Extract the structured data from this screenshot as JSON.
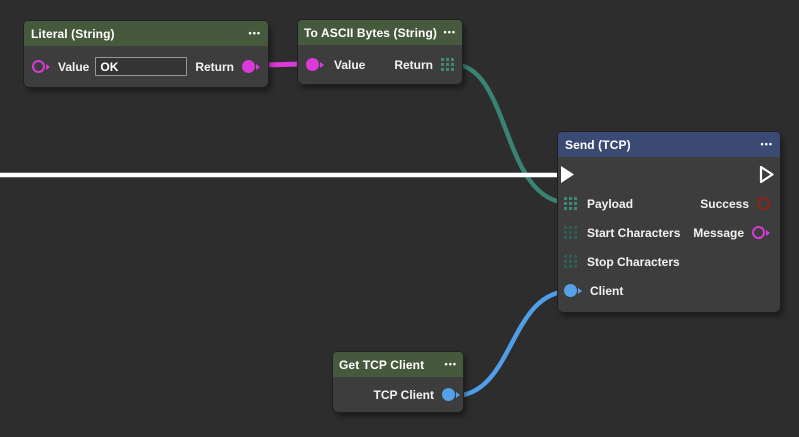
{
  "colors": {
    "canvas_bg": "#2d2d2d",
    "node_body": "#3d3d3d",
    "header_green": "#47593c",
    "header_blue": "#3a4a72",
    "wire_magenta": "#d93ad9",
    "wire_teal": "#3a8273",
    "wire_blue": "#4f9fe8",
    "wire_flow_white": "#ffffff",
    "port_grid_teal": "#3e8878",
    "port_grid_dim_teal": "#2e6156",
    "port_red": "#8d2518"
  },
  "nodes": {
    "literal": {
      "title": "Literal (String)",
      "menu_icon": "•••",
      "value_label": "Value",
      "value_input": "OK",
      "return_label": "Return"
    },
    "to_ascii_bytes": {
      "title": "To ASCII Bytes (String)",
      "menu_icon": "•••",
      "value_label": "Value",
      "return_label": "Return"
    },
    "send_tcp": {
      "title": "Send (TCP)",
      "menu_icon": "•••",
      "payload_label": "Payload",
      "start_characters_label": "Start Characters",
      "stop_characters_label": "Stop Characters",
      "client_label": "Client",
      "success_label": "Success",
      "message_label": "Message"
    },
    "get_tcp_client": {
      "title": "Get TCP Client",
      "menu_icon": "•••",
      "tcp_client_label": "TCP Client"
    }
  }
}
